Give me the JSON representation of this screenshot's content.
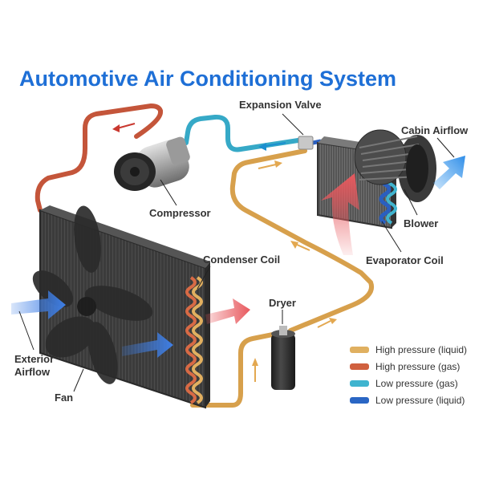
{
  "title": "Automotive Air Conditioning System",
  "labels": {
    "expansion_valve": "Expansion Valve",
    "cabin_airflow": "Cabin Airflow",
    "compressor": "Compressor",
    "blower": "Blower",
    "evaporator_coil": "Evaporator Coil",
    "condenser_coil": "Condenser Coil",
    "dryer": "Dryer",
    "exterior_airflow_1": "Exterior",
    "exterior_airflow_2": "Airflow",
    "fan": "Fan"
  },
  "legend": [
    {
      "label": "High pressure (liquid)",
      "color": "#e0b060"
    },
    {
      "label": "High pressure (gas)",
      "color": "#d0603e"
    },
    {
      "label": "Low pressure (gas)",
      "color": "#3fb4cf"
    },
    {
      "label": "Low pressure (liquid)",
      "color": "#2a66c4"
    }
  ],
  "colors": {
    "title": "#1e6fd6",
    "airflow_blue": "#3f7fe6",
    "airflow_red": "#e8595e"
  }
}
